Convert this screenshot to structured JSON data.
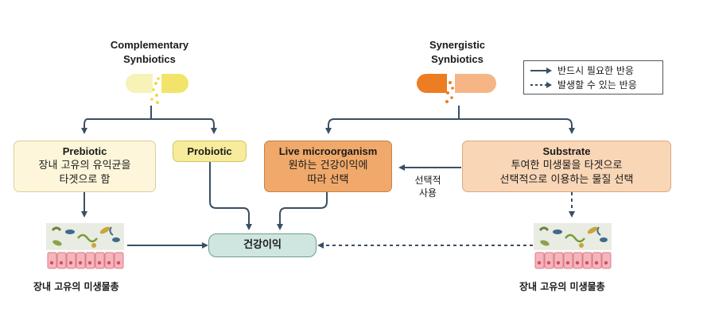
{
  "left_title": "Complementary\nSynbiotics",
  "right_title": "Synergistic\nSynbiotics",
  "legend": {
    "solid": "반드시 필요한 반응",
    "dashed": "발생할 수 있는 반응"
  },
  "boxes": {
    "prebiotic": {
      "title": "Prebiotic",
      "desc": "장내 고유의 유익균을\n타겟으로 함"
    },
    "probiotic": {
      "title": "Probiotic"
    },
    "live": {
      "title": "Live microorganism",
      "desc": "원하는 건강이익에\n따라 선택"
    },
    "substrate": {
      "title": "Substrate",
      "desc": "투여한 미생물을 타겟으로\n선택적으로 이용하는 물질 선택"
    }
  },
  "selective_use": "선택적\n사용",
  "health_benefit": "건강이익",
  "microbiota_left": "장내 고유의 미생물총",
  "microbiota_right": "장내 고유의 미생물총",
  "colors": {
    "arrow": "#3a4f63",
    "prebiotic_fill": "#fdf6da",
    "probiotic_fill": "#f7ec9c",
    "live_fill": "#f0a96a",
    "substrate_fill": "#f9d6b6",
    "health_fill": "#cfe6e0"
  }
}
